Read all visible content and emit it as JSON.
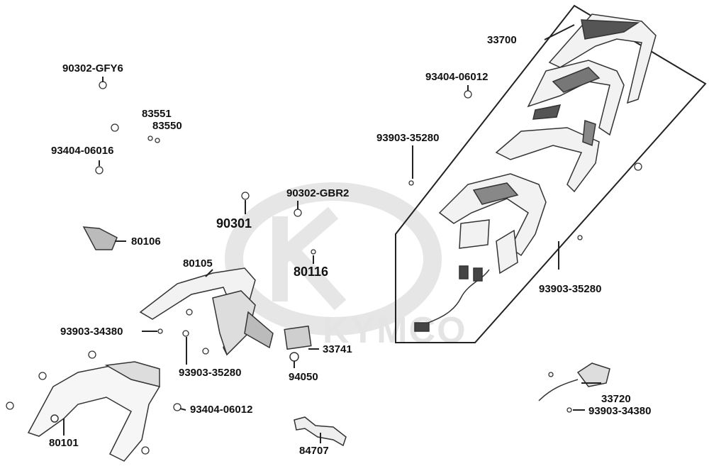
{
  "watermark": {
    "brand": "KYMCO",
    "color": "#e6e6e6"
  },
  "line_color": "#222222",
  "parts": {
    "p33700": "33700",
    "p90302_gfy6": "90302-GFY6",
    "p93404_06012_top": "93404-06012",
    "p83551": "83551",
    "p83550": "83550",
    "p93903_35280_top": "93903-35280",
    "p93404_06016": "93404-06016",
    "p90302_gbr2": "90302-GBR2",
    "p90301": "90301",
    "p80106": "80106",
    "p80116": "80116",
    "p80105": "80105",
    "p93903_35280_right": "93903-35280",
    "p93903_34380_left": "93903-34380",
    "p33741": "33741",
    "p93903_35280_bottom": "93903-35280",
    "p94050": "94050",
    "p33720": "33720",
    "p93404_06012_bottom": "93404-06012",
    "p93903_34380_right": "93903-34380",
    "p80101": "80101",
    "p84707": "84707"
  }
}
